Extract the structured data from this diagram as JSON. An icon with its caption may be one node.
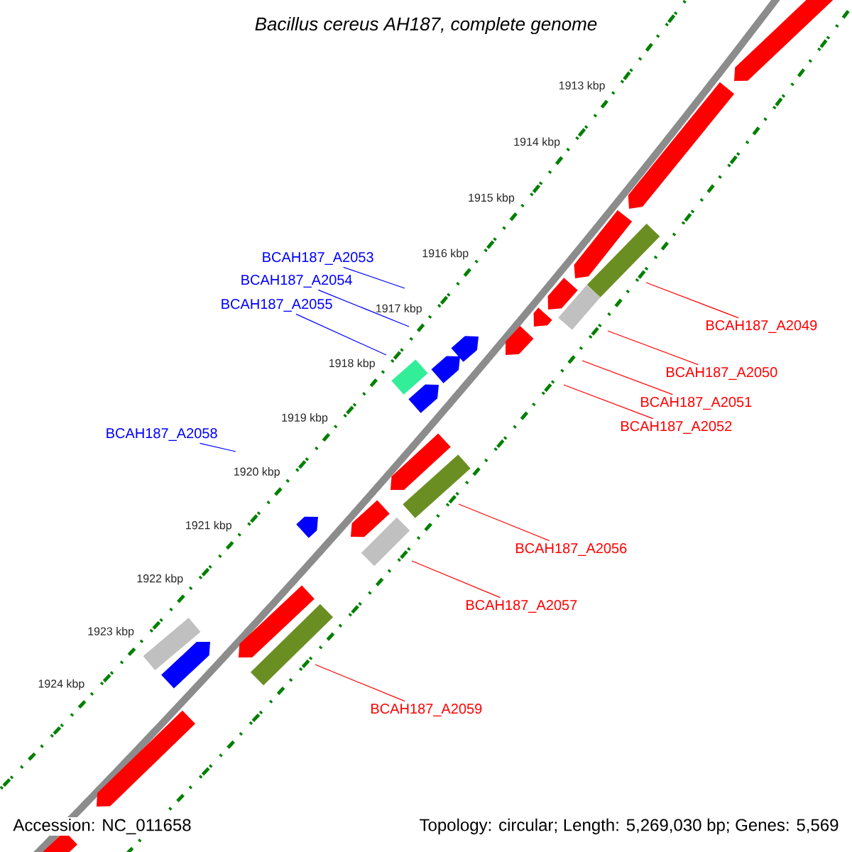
{
  "diagram": {
    "title": "Bacillus cereus AH187, complete genome",
    "nodes": [
      {
        "text": [
          "BCAH187_A2053"
        ]
      },
      {
        "text": [
          "BCAH187_A2054"
        ]
      },
      {
        "text": [
          "BCAH187_A2055"
        ]
      },
      {
        "text": [
          "BCAH187_A2049"
        ]
      },
      {
        "text": [
          "BCAH187_A2050"
        ]
      },
      {
        "text": [
          "BCAH187_A2051"
        ]
      },
      {
        "text": [
          "BCAH187_A2052"
        ]
      },
      {
        "text": [
          "BCAH187_A2058"
        ]
      },
      {
        "text": [
          "BCAH187_A2056"
        ]
      },
      {
        "text": [
          "BCAH187_A2057"
        ]
      },
      {
        "text": [
          "BCAH187_A2059"
        ]
      }
    ],
    "edges": [
      {
        "from": 0,
        "to": null,
        "arrow": "none",
        "color": "#0000ff"
      },
      {
        "from": 1,
        "to": null,
        "arrow": "none",
        "color": "#0000ff"
      },
      {
        "from": 2,
        "to": null,
        "arrow": "none",
        "color": "#0000ff"
      },
      {
        "from": 3,
        "to": null,
        "arrow": "none"
      },
      {
        "from": 4,
        "to": null,
        "arrow": "none"
      },
      {
        "from": 5,
        "to": null,
        "arrow": "none"
      },
      {
        "from": 6,
        "to": null,
        "arrow": "none"
      },
      {
        "from": 7,
        "to": null,
        "arrow": "none",
        "color": "#0000ff"
      },
      {
        "from": 8,
        "to": null,
        "arrow": "none"
      },
      {
        "from": 9,
        "to": null,
        "arrow": "none"
      },
      {
        "from": 10,
        "to": null,
        "arrow": "none"
      }
    ],
    "labels": [
      "1913 kbp",
      "1914 kbp",
      "1915 kbp",
      "1916 kbp",
      "1917 kbp",
      "1918 kbp",
      "1919 kbp",
      "1920 kbp",
      "1921 kbp",
      "1922 kbp",
      "1923 kbp",
      "1924 kbp",
      "Accession: NC_011658",
      "Topology: circular; Length: 5,269,030 bp; Genes: 5,569"
    ]
  }
}
